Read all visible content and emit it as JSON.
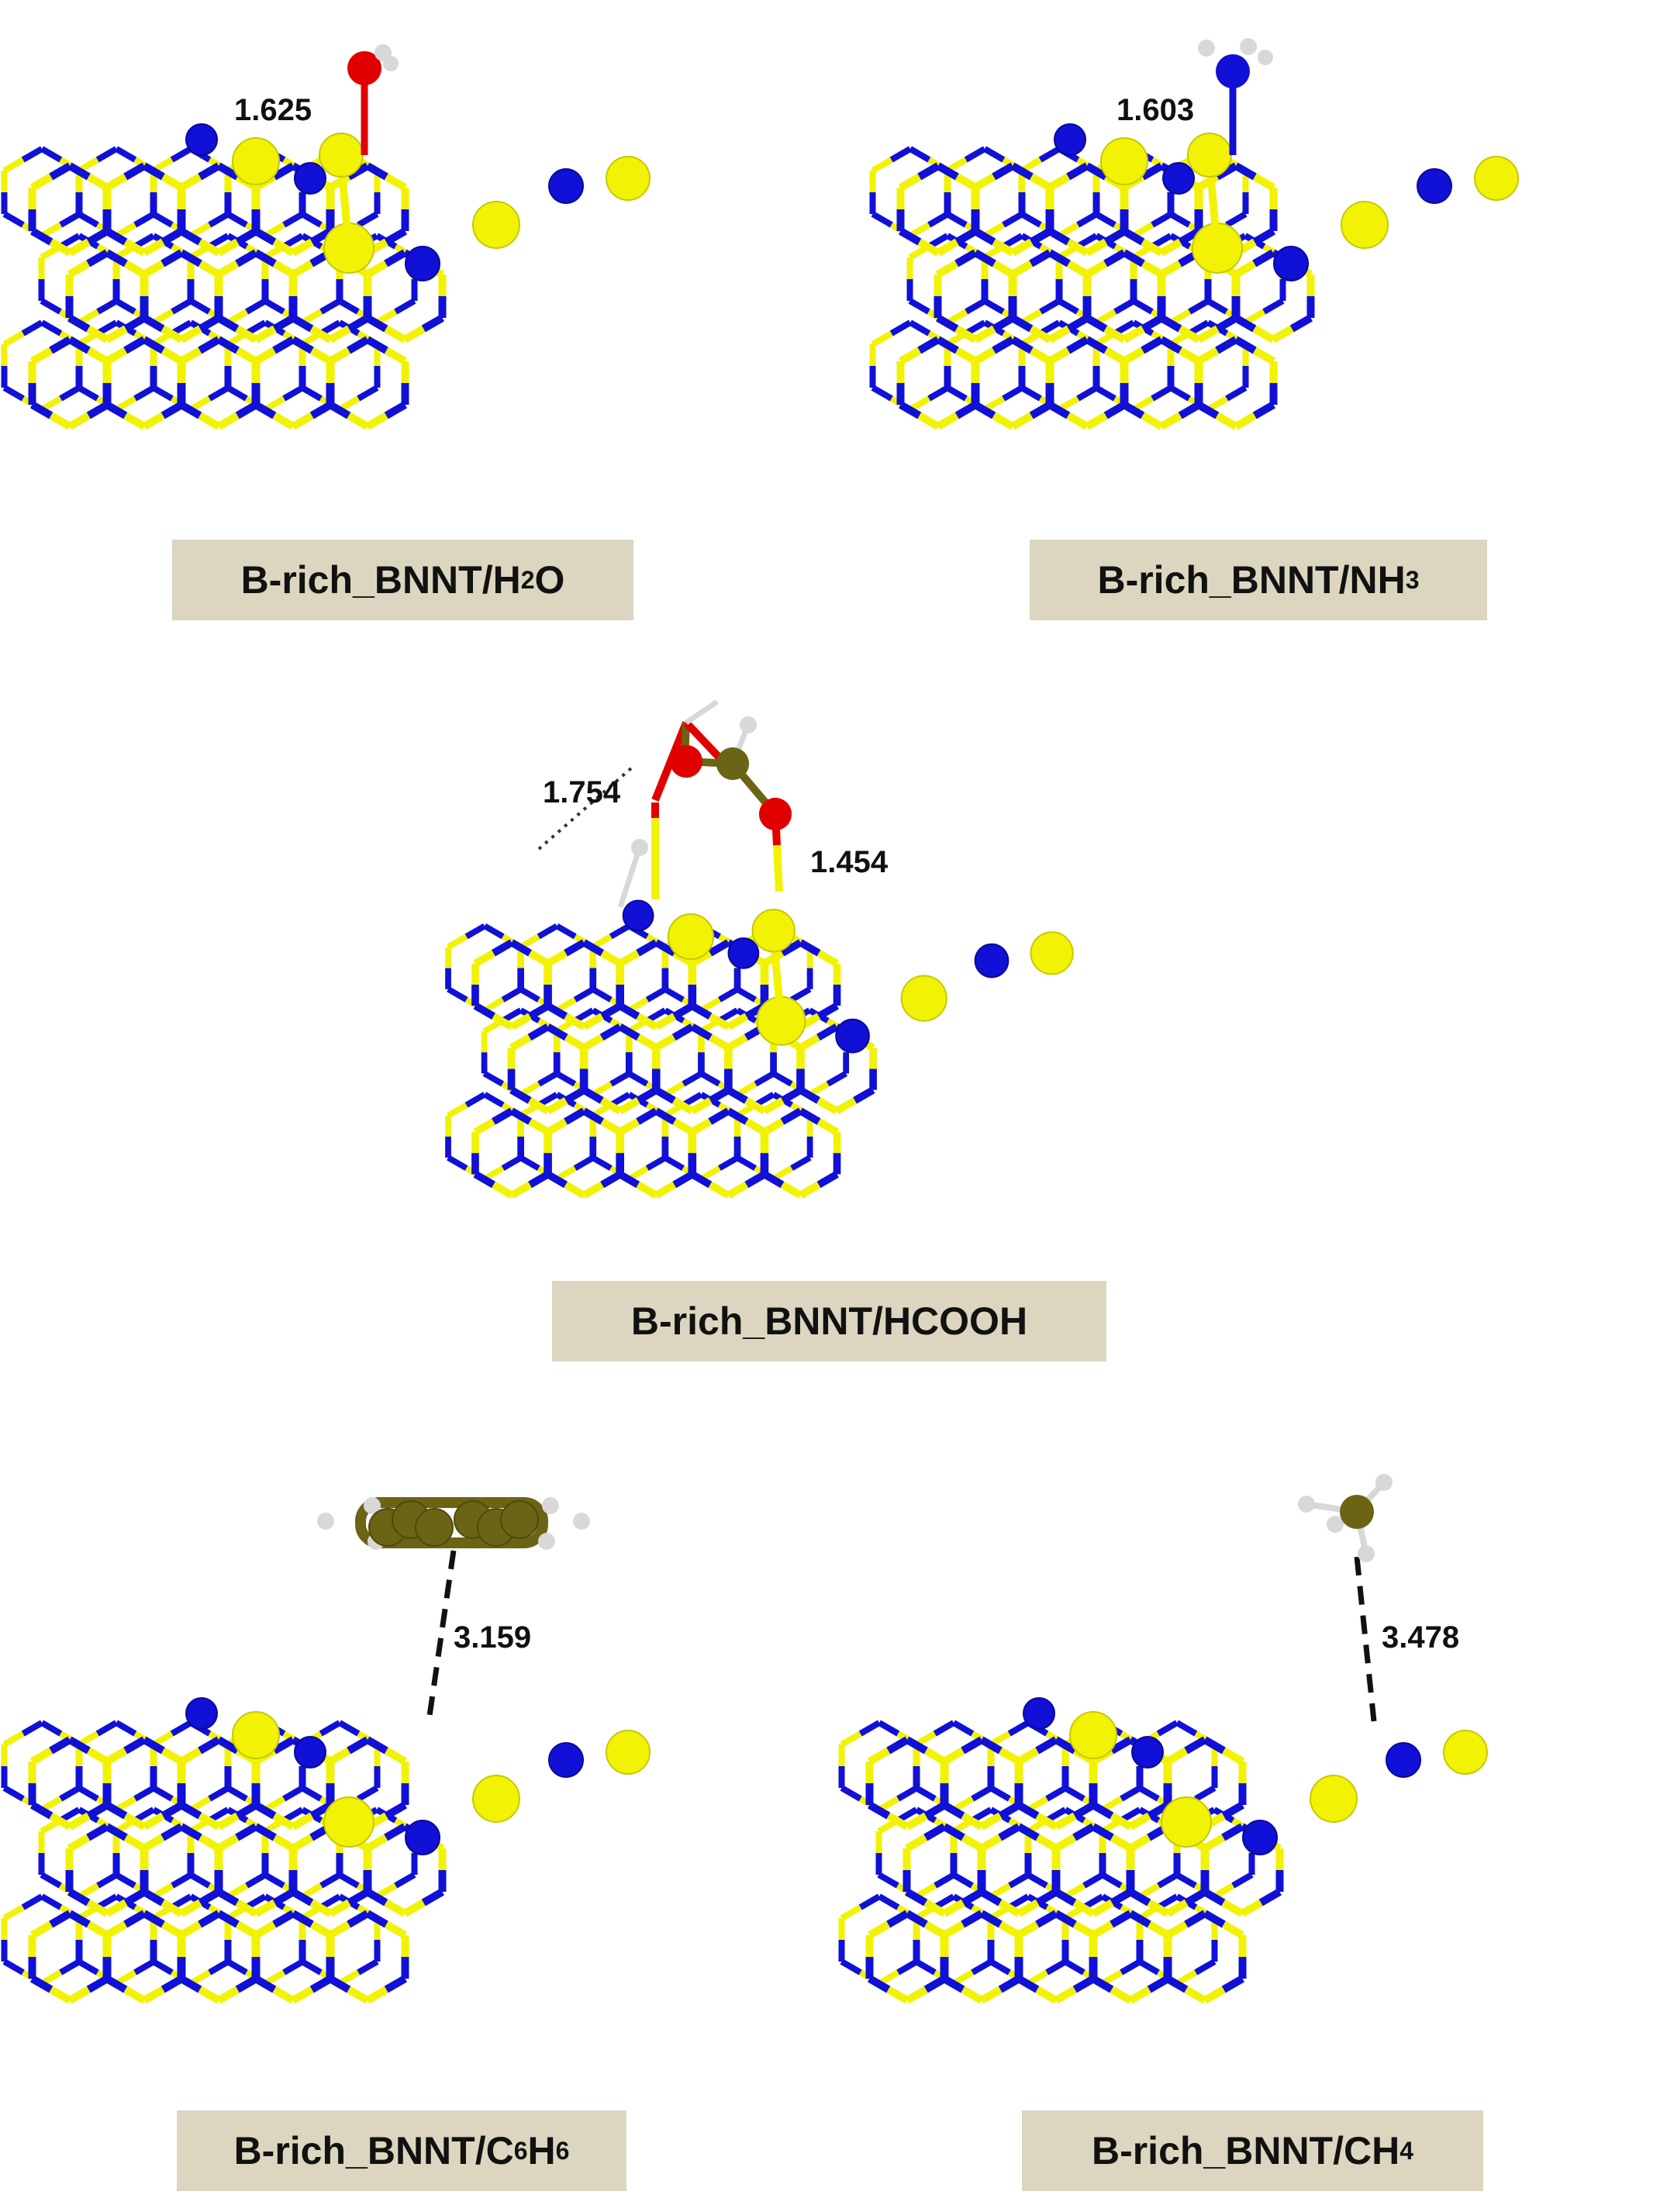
{
  "colors": {
    "boron": "#f2f205",
    "nitrogen": "#1010d6",
    "oxygen": "#e00000",
    "carbon": "#6b6414",
    "hydrogen": "#d8d8d8",
    "caption_bg": "#dcd6c0"
  },
  "panels": [
    {
      "id": "h2o",
      "caption_base": "B-rich_BNNT/H",
      "caption_sub1": "2",
      "caption_mid": "O",
      "caption_sub2": "",
      "distances": [
        "1.625"
      ]
    },
    {
      "id": "nh3",
      "caption_base": "B-rich_BNNT/NH",
      "caption_sub1": "3",
      "caption_mid": "",
      "caption_sub2": "",
      "distances": [
        "1.603"
      ]
    },
    {
      "id": "hcooh",
      "caption_base": "B-rich_BNNT/HCOOH",
      "caption_sub1": "",
      "caption_mid": "",
      "caption_sub2": "",
      "distances": [
        "1.754",
        "1.454"
      ]
    },
    {
      "id": "c6h6",
      "caption_base": "B-rich_BNNT/C",
      "caption_sub1": "6",
      "caption_mid": "H",
      "caption_sub2": "6",
      "distances": [
        "3.159"
      ]
    },
    {
      "id": "ch4",
      "caption_base": "B-rich_BNNT/CH",
      "caption_sub1": "4",
      "caption_mid": "",
      "caption_sub2": "",
      "distances": [
        "3.478"
      ]
    }
  ]
}
